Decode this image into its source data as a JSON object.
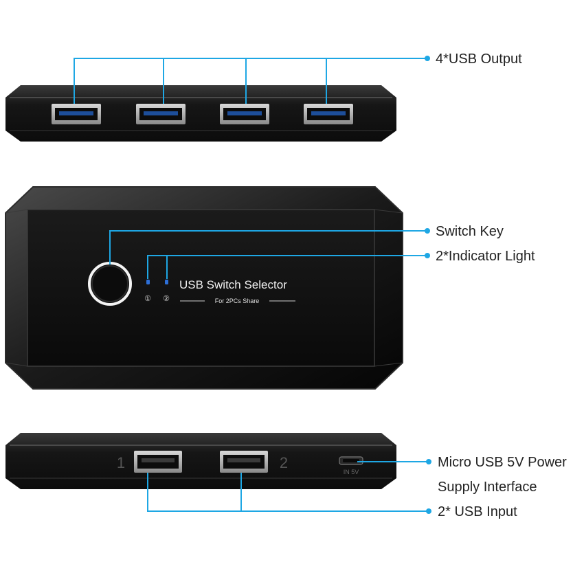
{
  "colors": {
    "callout_line": "#1ea7e4",
    "device_body": "#151515",
    "led": "#2d6fd8"
  },
  "callouts": {
    "usb_output": "4*USB Output",
    "switch_key": "Switch Key",
    "indicator_light": "2*Indicator Light",
    "power_line1": "Micro USB 5V Power",
    "power_line2": "Supply Interface",
    "usb_input": "2* USB Input"
  },
  "device": {
    "title": "USB Switch Selector",
    "subtitle": "For 2PCs Share",
    "led_labels": [
      "①",
      "②"
    ],
    "port_labels": [
      "1",
      "2"
    ],
    "power_port_label": "IN 5V"
  }
}
